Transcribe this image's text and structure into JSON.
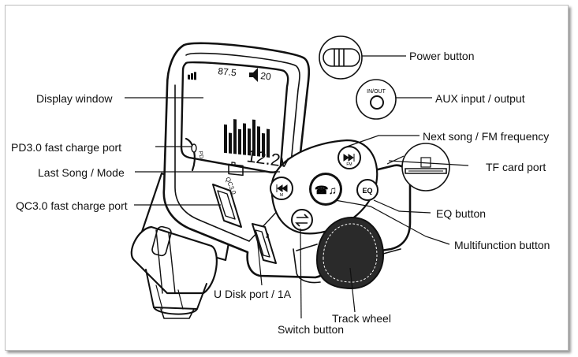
{
  "labels": {
    "power": "Power button",
    "aux": "AUX input / output",
    "next": "Next song / FM frequency",
    "tf": "TF card port",
    "eq": "EQ button",
    "multi": "Multifunction button",
    "track": "Track wheel",
    "switch": "Switch button",
    "udisk": "U Disk port / 1A",
    "qc": "QC3.0 fast charge port",
    "last": "Last Song / Mode",
    "pd": "PD3.0 fast charge port",
    "display": "Display window"
  },
  "device": {
    "freq": "87.5",
    "channel": "20",
    "voltage": "12.2v",
    "aux_port": "IN/OUT",
    "pd_port": "PD",
    "qc_port": "QC3.0",
    "next_sub": "FM",
    "last_sub": "M",
    "eq_btn": "EQ"
  },
  "icons": [
    "power-switch-icon",
    "aux-jack-icon",
    "next-track-icon",
    "prev-track-icon",
    "phone-music-icon",
    "switch-arrows-icon",
    "sd-card-icon",
    "music-note-icon",
    "battery-icon",
    "signal-icon",
    "speaker-icon"
  ]
}
